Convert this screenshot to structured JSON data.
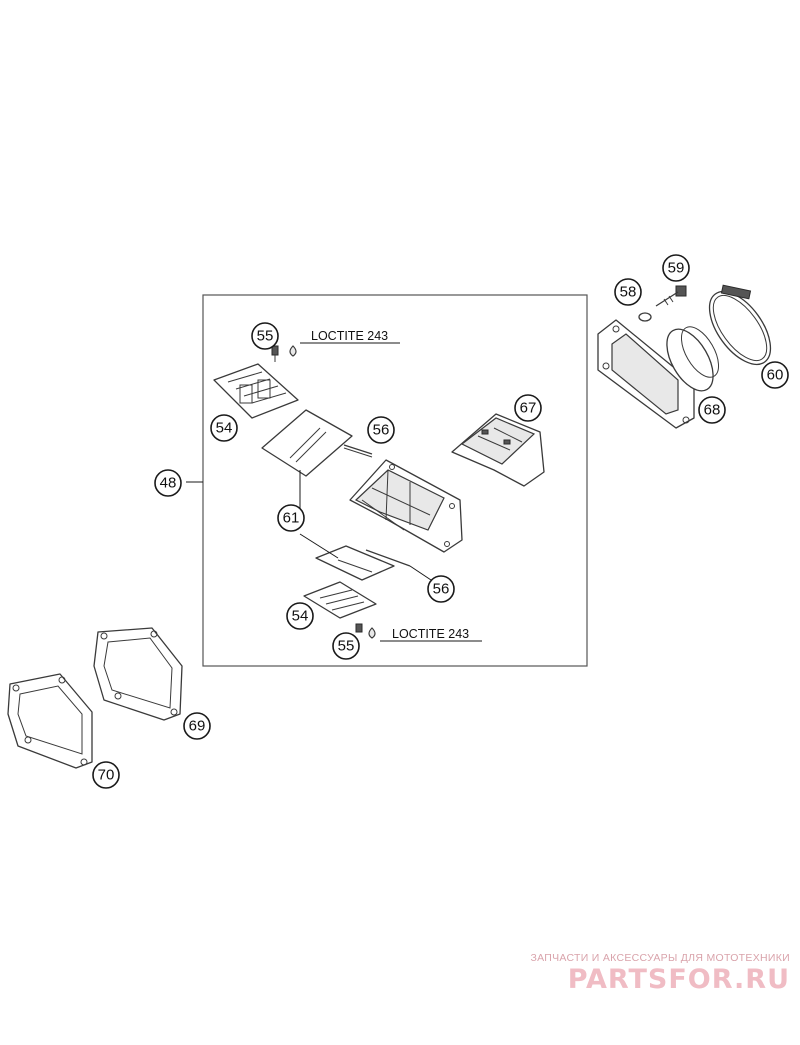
{
  "callouts": {
    "c48": "48",
    "c54a": "54",
    "c54b": "54",
    "c55a": "55",
    "c55b": "55",
    "c56a": "56",
    "c56b": "56",
    "c58": "58",
    "c59": "59",
    "c60": "60",
    "c61": "61",
    "c67": "67",
    "c68": "68",
    "c69": "69",
    "c70": "70"
  },
  "notes": {
    "loctite_top": "LOCTITE 243",
    "loctite_bottom": "LOCTITE 243"
  },
  "watermark": {
    "tagline": "ЗАПЧАСТИ И АКСЕССУАРЫ ДЛЯ МОТОТЕХНИКИ",
    "logo": "PARTSFOR.RU"
  },
  "colors": {
    "line": "#3a3a3a",
    "watermark": "#f0bcc4"
  }
}
